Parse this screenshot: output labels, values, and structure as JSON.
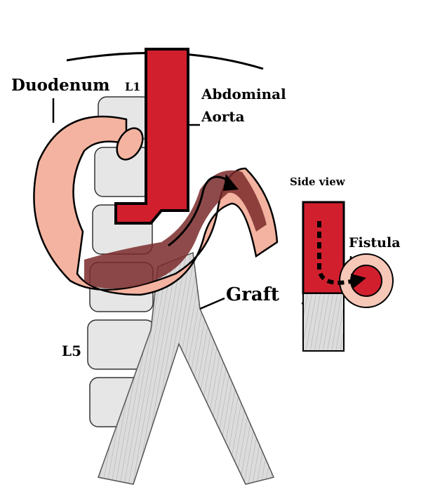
{
  "labels": {
    "duodenum": "Duodenum",
    "l1": "L1",
    "abdominal": "Abdominal",
    "aorta": "Aorta",
    "side_view": "Side view",
    "fistula": "Fistula",
    "graft": "Graft",
    "l5": "L5"
  },
  "colors": {
    "aorta": "#d21f2e",
    "duodenum": "#f4b3a0",
    "bowel_interior": "#7a2a2a",
    "graft": "#d9d9d9",
    "vertebra": "#e4e4e4"
  }
}
